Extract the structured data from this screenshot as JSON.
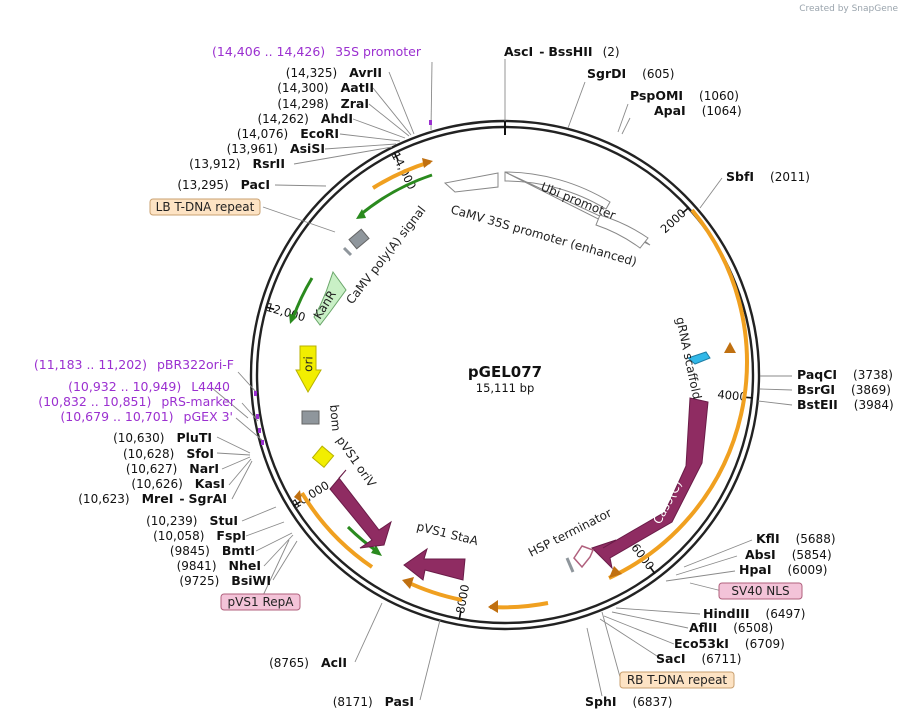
{
  "watermark": "Created by SnapGene",
  "plasmid": {
    "name": "pGEL077",
    "size": "15,111 bp",
    "length": 15111
  },
  "ticks": [
    {
      "pos": 2000,
      "label": "2000"
    },
    {
      "pos": 4000,
      "label": "4000"
    },
    {
      "pos": 6000,
      "label": "6000"
    },
    {
      "pos": 8000,
      "label": "8000"
    },
    {
      "pos": 10000,
      "label": "10,000"
    },
    {
      "pos": 12000,
      "label": "12,000"
    },
    {
      "pos": 14000,
      "label": "14,000"
    }
  ],
  "sites_right": [
    {
      "name": "AscI",
      "sep": "-",
      "name2": "BssHII",
      "pos": "(2)"
    },
    {
      "name": "SgrDI",
      "pos": "(605)"
    },
    {
      "name": "PspOMI",
      "pos": "(1060)"
    },
    {
      "name": "ApaI",
      "pos": "(1064)"
    },
    {
      "name": "SbfI",
      "pos": "(2011)"
    },
    {
      "name": "PaqCI",
      "pos": "(3738)"
    },
    {
      "name": "BsrGI",
      "pos": "(3869)"
    },
    {
      "name": "BstEII",
      "pos": "(3984)"
    },
    {
      "name": "KflI",
      "pos": "(5688)"
    },
    {
      "name": "AbsI",
      "pos": "(5854)"
    },
    {
      "name": "HpaI",
      "pos": "(6009)"
    },
    {
      "name": "HindIII",
      "pos": "(6497)"
    },
    {
      "name": "AflII",
      "pos": "(6508)"
    },
    {
      "name": "Eco53kI",
      "pos": "(6709)"
    },
    {
      "name": "SacI",
      "pos": "(6711)"
    },
    {
      "name": "SphI",
      "pos": "(6837)"
    }
  ],
  "sites_left": [
    {
      "name": "AvrII",
      "pos": "(14,325)"
    },
    {
      "name": "AatII",
      "pos": "(14,300)"
    },
    {
      "name": "ZraI",
      "pos": "(14,298)"
    },
    {
      "name": "AhdI",
      "pos": "(14,262)"
    },
    {
      "name": "EcoRI",
      "pos": "(14,076)"
    },
    {
      "name": "AsiSI",
      "pos": "(13,961)"
    },
    {
      "name": "RsrII",
      "pos": "(13,912)"
    },
    {
      "name": "PacI",
      "pos": "(13,295)"
    },
    {
      "name": "PluTI",
      "pos": "(10,630)"
    },
    {
      "name": "SfoI",
      "pos": "(10,628)"
    },
    {
      "name": "NarI",
      "pos": "(10,627)"
    },
    {
      "name": "KasI",
      "pos": "(10,626)"
    },
    {
      "name": "MreI",
      "sep": "-",
      "name2": "SgrAI",
      "pos": "(10,623)"
    },
    {
      "name": "StuI",
      "pos": "(10,239)"
    },
    {
      "name": "FspI",
      "pos": "(10,058)"
    },
    {
      "name": "BmtI",
      "pos": "(9845)"
    },
    {
      "name": "NheI",
      "pos": "(9841)"
    },
    {
      "name": "BsiWI",
      "pos": "(9725)"
    },
    {
      "name": "AclI",
      "pos": "(8765)"
    },
    {
      "name": "PasI",
      "pos": "(8171)"
    }
  ],
  "primers": [
    {
      "range": "(14,406 .. 14,426)",
      "name": "35S promoter"
    },
    {
      "range": "(11,183 .. 11,202)",
      "name": "pBR322ori-F"
    },
    {
      "range": "(10,932 .. 10,949)",
      "name": "L4440"
    },
    {
      "range": "(10,832 .. 10,851)",
      "name": "pRS-marker"
    },
    {
      "range": "(10,679 .. 10,701)",
      "name": "pGEX 3'"
    }
  ],
  "boxed_labels": [
    {
      "text": "LB T-DNA repeat",
      "fill": "#fde3c4",
      "stroke": "#c9a070"
    },
    {
      "text": "SV40 NLS",
      "fill": "#f3c3d8",
      "stroke": "#b0607d"
    },
    {
      "text": "RB T-DNA repeat",
      "fill": "#fde3c4",
      "stroke": "#c9a070"
    },
    {
      "text": "pVS1 RepA",
      "fill": "#f3c3d8",
      "stroke": "#b0607d"
    }
  ],
  "features": {
    "ubi": "Ubi promoter",
    "camv35s": "CaMV 35S promoter (enhanced)",
    "polya": "CaMV poly(A) signal",
    "kanr": "KanR",
    "ori": "ori",
    "bom": "bom",
    "pvs1_oriv": "pVS1 oriV",
    "pvs1_staa": "pVS1 StaA",
    "hsp": "HSP terminator",
    "cas9": "Cas9(C)",
    "grna": "gRNA scaffold"
  },
  "colors": {
    "backbone": "#222222",
    "primer": "#9b30d0",
    "cds_magenta": "#8f2c62",
    "cds_green": "#c9f0c6",
    "ori_yellow": "#f2ee00",
    "orf_orange": "#f0a020",
    "orf_green": "#2a8a1e",
    "misc_gray": "#8f969c",
    "grna_blue": "#32b8e8"
  }
}
